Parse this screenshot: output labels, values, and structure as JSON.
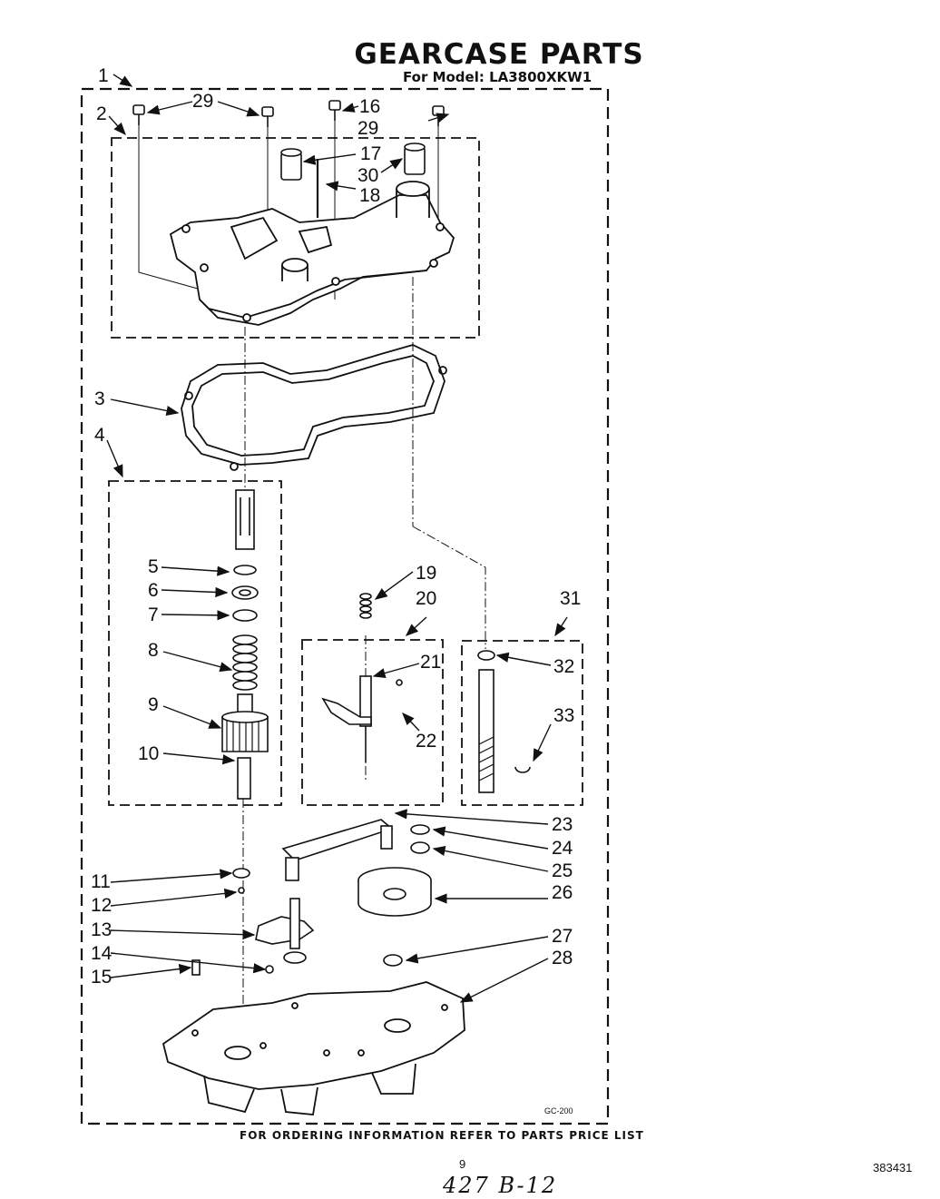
{
  "header": {
    "title": "GEARCASE PARTS",
    "model_line": "For Model: LA3800XKW1"
  },
  "footer": {
    "ordering_note": "FOR ORDERING INFORMATION REFER TO PARTS PRICE LIST",
    "page_number": "9",
    "document_number": "383431",
    "handwritten_note": "427 B-12",
    "diagram_code": "GC-200"
  },
  "callouts": {
    "c1": "1",
    "c2": "2",
    "c3": "3",
    "c4": "4",
    "c5": "5",
    "c6": "6",
    "c7": "7",
    "c8": "8",
    "c9": "9",
    "c10": "10",
    "c11": "11",
    "c12": "12",
    "c13": "13",
    "c14": "14",
    "c15": "15",
    "c16": "16",
    "c17": "17",
    "c18": "18",
    "c19": "19",
    "c20": "20",
    "c21": "21",
    "c22": "22",
    "c23": "23",
    "c24": "24",
    "c25": "25",
    "c26": "26",
    "c27": "27",
    "c28": "28",
    "c29a": "29",
    "c29b": "29",
    "c30": "30",
    "c31": "31",
    "c32": "32",
    "c33": "33"
  }
}
